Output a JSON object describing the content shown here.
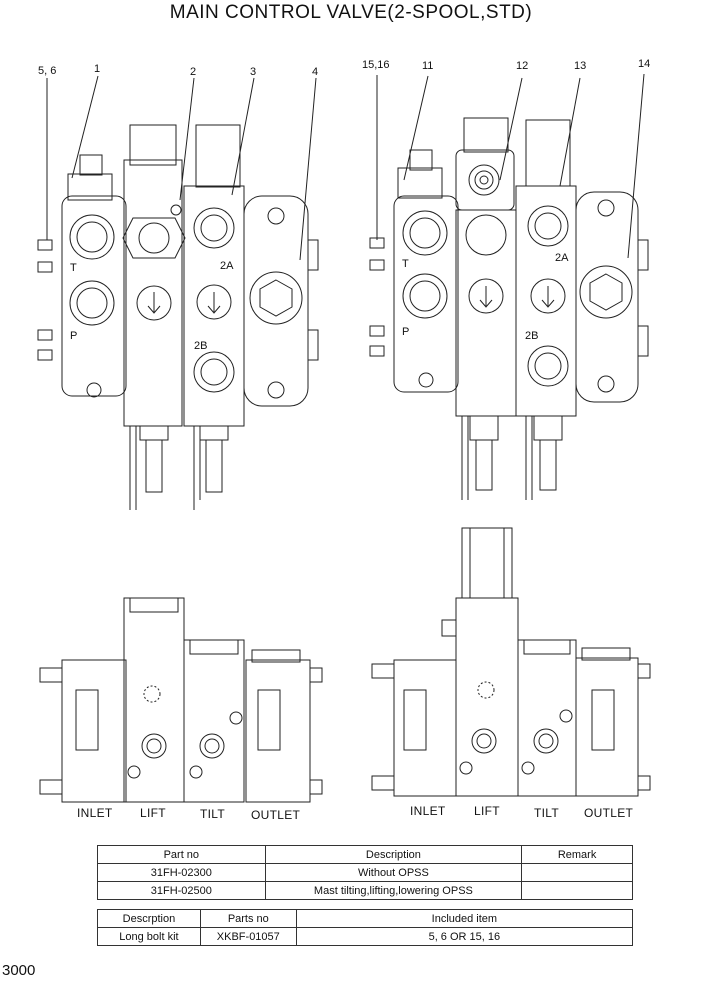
{
  "title": "MAIN CONTROL VALVE(2-SPOOL,STD)",
  "callouts": [
    "5, 6",
    "1",
    "2",
    "3",
    "4",
    "15,16",
    "11",
    "12",
    "13",
    "14"
  ],
  "port_labels": {
    "t": "T",
    "p": "P",
    "a2": "2A",
    "b2": "2B"
  },
  "view_labels": {
    "inlet": "INLET",
    "lift": "LIFT",
    "tilt": "TILT",
    "outlet": "OUTLET"
  },
  "parts_table": {
    "headers": [
      "Part no",
      "Description",
      "Remark"
    ],
    "rows": [
      {
        "part_no": "31FH-02300",
        "description": "Without OPSS",
        "remark": ""
      },
      {
        "part_no": "31FH-02500",
        "description": "Mast tilting,lifting,lowering OPSS",
        "remark": ""
      }
    ]
  },
  "kit_table": {
    "headers": [
      "Descrption",
      "Parts no",
      "Included item"
    ],
    "rows": [
      {
        "description": "Long bolt kit",
        "parts_no": "XKBF-01057",
        "included": "5, 6 OR 15, 16"
      }
    ]
  },
  "page_number": "3000"
}
